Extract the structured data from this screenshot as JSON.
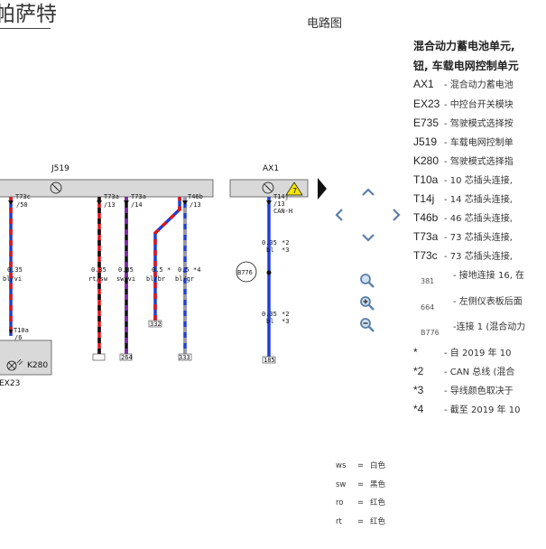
{
  "header": {
    "brand": "帕萨特",
    "doc_title": "电路图"
  },
  "diagram": {
    "components": {
      "j519": "J519",
      "ax1": "AX1",
      "k280": "K280",
      "ex23": "EX23",
      "b776": "B776",
      "t10a": "T10a"
    },
    "wires": [
      {
        "pin": "T73c",
        "sub": "/50",
        "size": "0.35",
        "color": "bl/vi"
      },
      {
        "pin": "T73a",
        "sub": "/13",
        "size": "0.35",
        "color": "rt/sw"
      },
      {
        "pin": "T73a",
        "sub": "/14",
        "size": "0.35",
        "color": "sw/vi"
      },
      {
        "pin": "",
        "sub": "",
        "size": "0.5",
        "color": "bl/br",
        "mark": "*"
      },
      {
        "pin": "T46b",
        "sub": "/13",
        "size": "0.5",
        "color": "bl/gr",
        "mark": "*4"
      }
    ],
    "ax1_pin": "T14j",
    "ax1_sub": "/13",
    "ax1_signal": "CAN-H",
    "ax1_wire": {
      "size": "0.35",
      "color": "bl",
      "mark": "*2",
      "mark2": "*3"
    },
    "ax1_wire2": {
      "size": "0.35",
      "color": "bl",
      "mark": "*2",
      "mark2": "*3"
    },
    "t10a_sub": "/6",
    "grounds": [
      "332",
      "264",
      "333",
      "185"
    ],
    "colors": {
      "blue": "#1f3fd6",
      "red": "#e0141a",
      "black": "#111111",
      "violet": "#7a2aa0",
      "brown": "#8b4a1c",
      "gray": "#9a9a9a",
      "bar": "#d9d9d9"
    }
  },
  "legend": {
    "title1": "混合动力蓄电池单元,",
    "title2": "钮, 车载电网控制单元",
    "items": [
      {
        "code": "AX1",
        "desc": "- 混合动力蓄电池"
      },
      {
        "code": "EX23",
        "desc": "- 中控台开关模块"
      },
      {
        "code": "E735",
        "desc": "- 驾驶模式选择按"
      },
      {
        "code": "J519",
        "desc": "- 车载电网控制单"
      },
      {
        "code": "K280",
        "desc": "- 驾驶模式选择指"
      },
      {
        "code": "T10a",
        "desc": "- 10 芯插头连接,"
      },
      {
        "code": "T14j",
        "desc": "- 14 芯插头连接,"
      },
      {
        "code": "T46b",
        "desc": "- 46 芯插头连接,"
      },
      {
        "code": "T73a",
        "desc": "- 73 芯插头连接,"
      },
      {
        "code": "T73c",
        "desc": "- 73 芯插头连接,"
      }
    ],
    "numbered": [
      {
        "num": "381",
        "desc": "- 接地连接 16, 在"
      },
      {
        "num": "664",
        "desc": "- 左侧仪表板后面"
      },
      {
        "num": "B776",
        "desc": "-连接 1 (混合动力"
      }
    ],
    "notes": [
      {
        "mark": "*",
        "desc": "- 自 2019 年 10"
      },
      {
        "mark": "*2",
        "desc": "- CAN 总线 (混合"
      },
      {
        "mark": "*3",
        "desc": "- 导线颜色取决于"
      },
      {
        "mark": "*4",
        "desc": "- 截至 2019 年 10"
      }
    ]
  },
  "color_codes": [
    {
      "code": "ws",
      "eq": "=",
      "name": "白色"
    },
    {
      "code": "sw",
      "eq": "=",
      "name": "黑色"
    },
    {
      "code": "ro",
      "eq": "=",
      "name": "红色"
    },
    {
      "code": "rt",
      "eq": "=",
      "name": "红色"
    }
  ]
}
